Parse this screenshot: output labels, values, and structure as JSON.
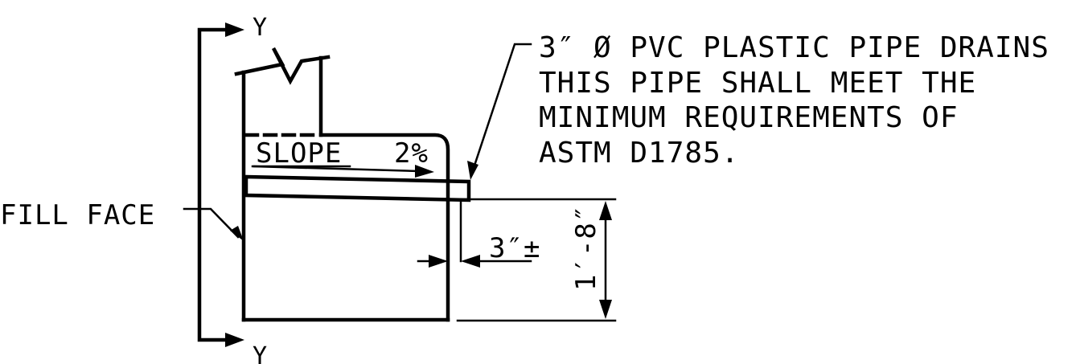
{
  "section_marks": {
    "top": "Y",
    "bottom": "Y"
  },
  "labels": {
    "fill_face": "FILL FACE",
    "slope": "SLOPE",
    "slope_value": "2%"
  },
  "note": {
    "lines": [
      "3″ Ø PVC PLASTIC PIPE DRAINS",
      "THIS PIPE SHALL MEET THE",
      "MINIMUM REQUIREMENTS OF",
      "ASTM D1785."
    ]
  },
  "dimensions": {
    "offset": "3″±",
    "height": "1′-8″"
  }
}
